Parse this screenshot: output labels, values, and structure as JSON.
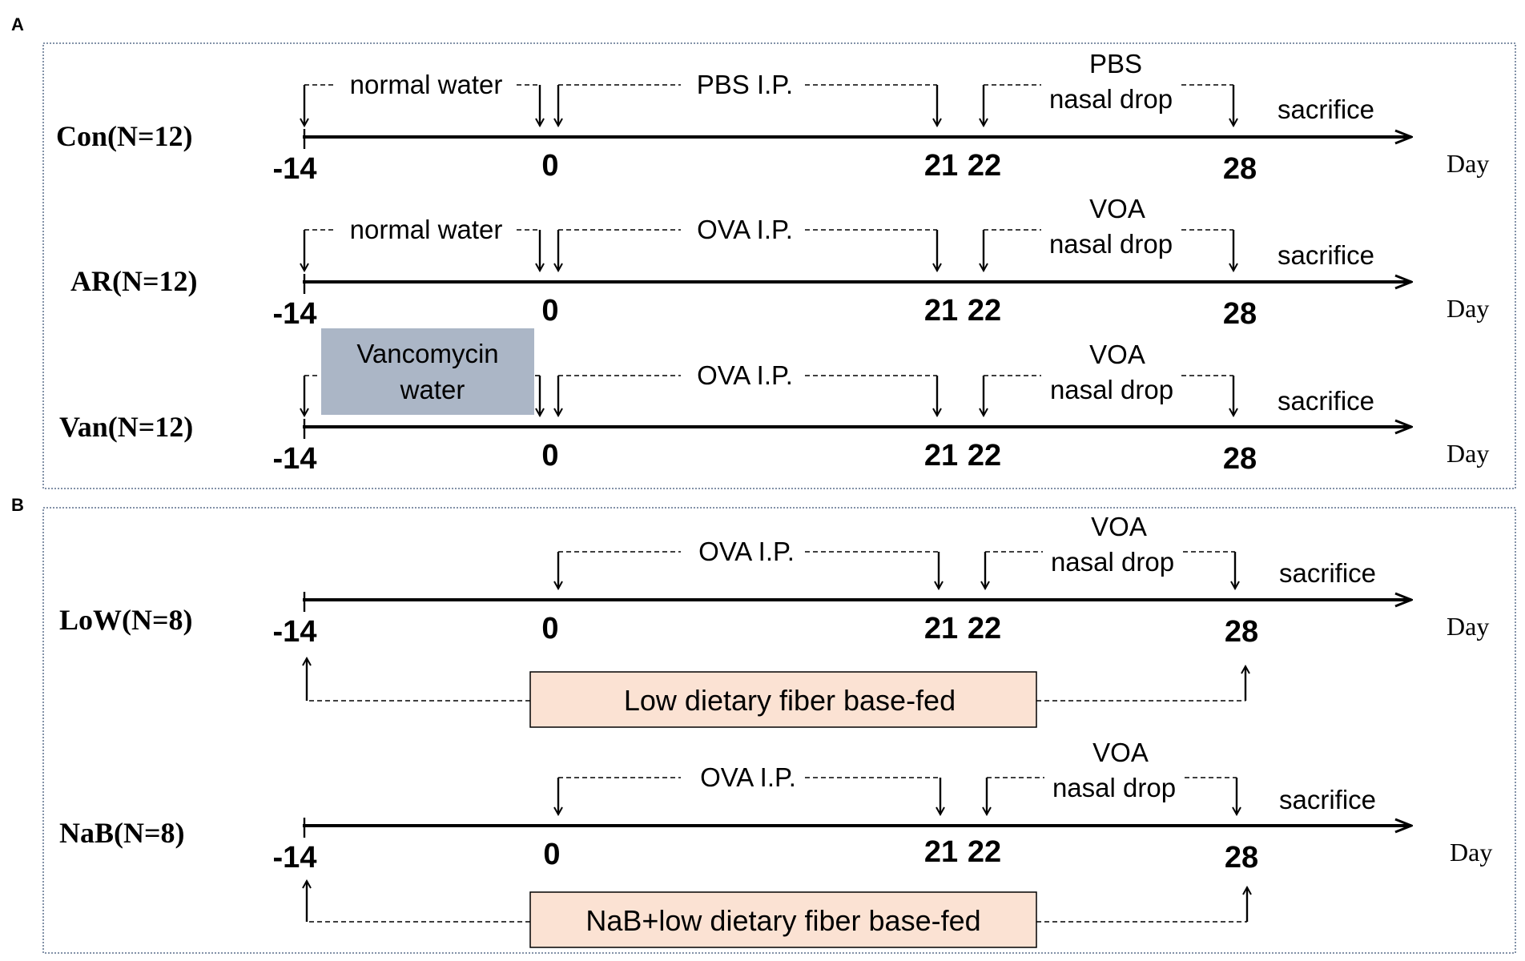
{
  "panels": {
    "a": {
      "letter": "A"
    },
    "b": {
      "letter": "B"
    }
  },
  "day_label": "Day",
  "ticks": {
    "m14": "-14",
    "d0": "0",
    "d21": "21",
    "d22": "22",
    "d28": "28"
  },
  "sacrifice": "sacrifice",
  "rows": {
    "con": {
      "label": "Con(N=12)",
      "pre": "normal water",
      "ip": "PBS I.P.",
      "nasal_agent": "PBS",
      "nasal": "nasal drop"
    },
    "ar": {
      "label": "AR(N=12)",
      "pre": "normal water",
      "ip": "OVA I.P.",
      "nasal_agent": "VOA",
      "nasal": "nasal drop"
    },
    "van": {
      "label": "Van(N=12)",
      "pre_box_line1": "Vancomycin",
      "pre_box_line2": "water",
      "ip": "OVA I.P.",
      "nasal_agent": "VOA",
      "nasal": "nasal drop"
    },
    "low": {
      "label": "LoW(N=8)",
      "ip": "OVA I.P.",
      "nasal_agent": "VOA",
      "nasal": "nasal drop",
      "diet": "Low dietary fiber base-fed"
    },
    "nab": {
      "label": "NaB(N=8)",
      "ip": "OVA I.P.",
      "nasal_agent": "VOA",
      "nasal": "nasal drop",
      "diet": "NaB+low dietary fiber base-fed"
    }
  },
  "colors": {
    "vancomycin_box": "#abb6c6",
    "diet_box": "#fbe2d3",
    "panel_border": "#5a6f8c"
  }
}
